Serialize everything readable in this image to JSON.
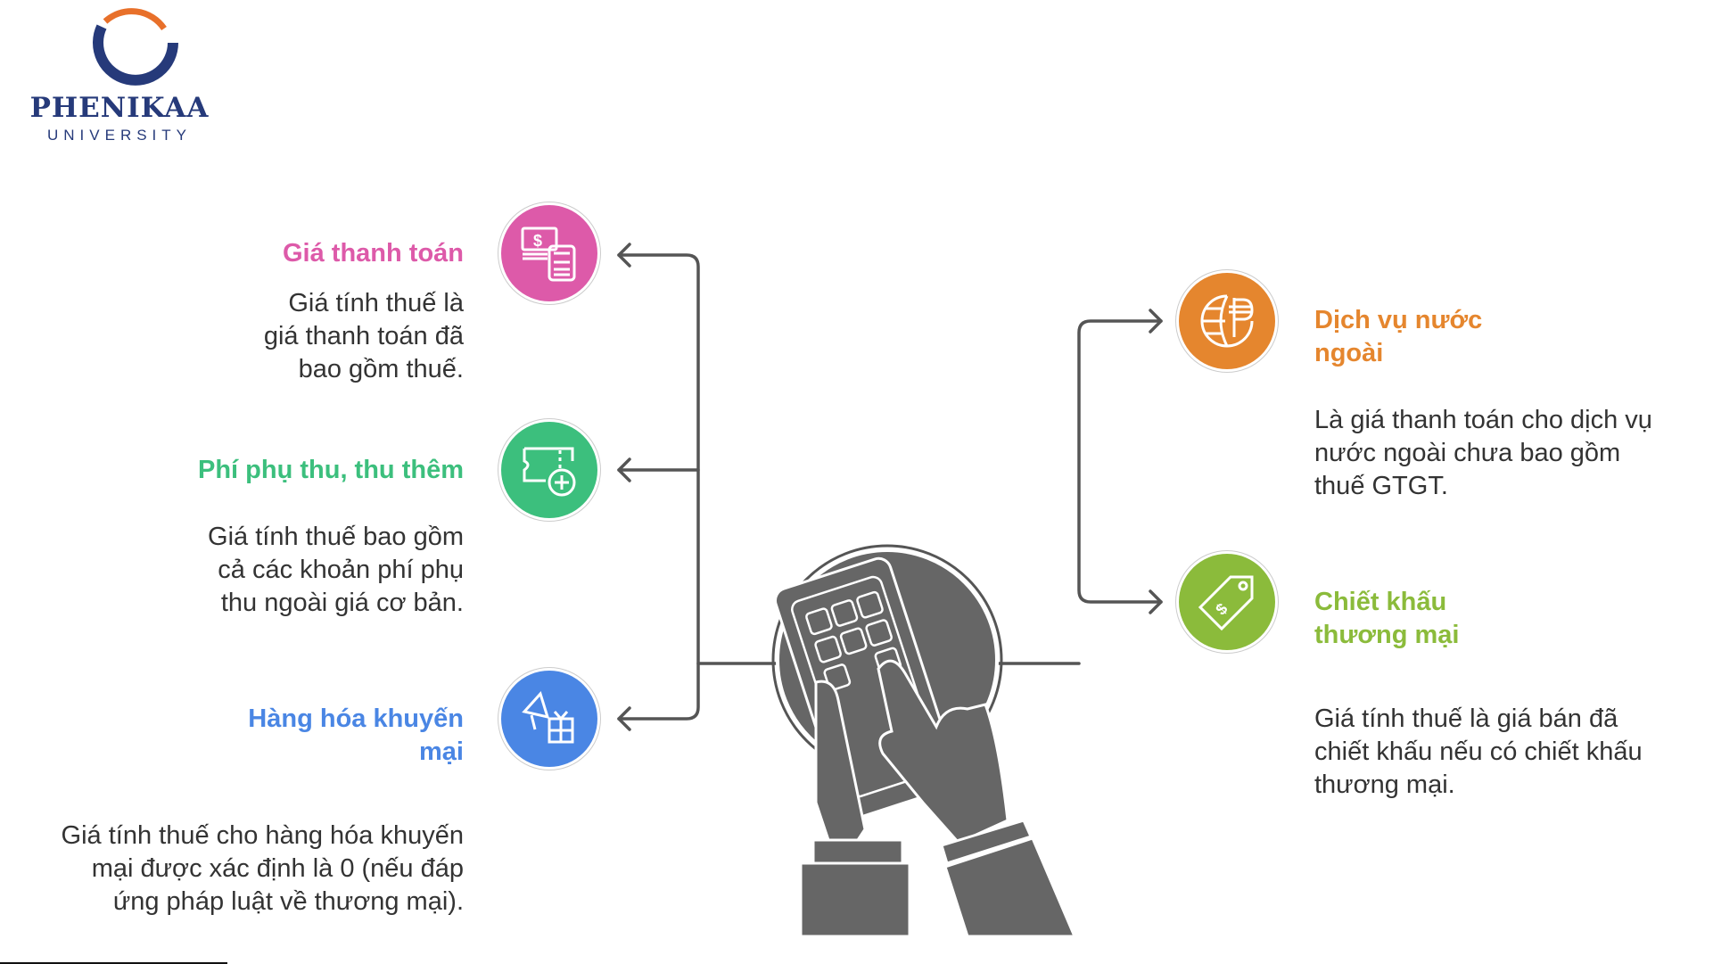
{
  "logo": {
    "name": "PHENIKAA",
    "subtitle": "UNIVERSITY"
  },
  "left_items": [
    {
      "title": "Giá thanh toán",
      "color": "#dd5aa9",
      "icon": "money-calculator-icon",
      "desc": [
        "Giá tính thuế là",
        "giá thanh toán đã",
        "bao gồm thuế."
      ]
    },
    {
      "title": "Phí phụ thu, thu thêm",
      "color": "#3cbf7d",
      "icon": "ticket-plus-icon",
      "desc": [
        "Giá tính thuế bao gồm",
        "cả các khoản phí phụ",
        "thu ngoài giá cơ bản."
      ]
    },
    {
      "title_lines": [
        "Hàng hóa khuyến",
        "mại"
      ],
      "color": "#4a86e4",
      "icon": "promo-gift-icon",
      "desc": [
        "Giá tính thuế cho hàng hóa khuyến",
        "mại được xác định là 0 (nếu đáp",
        "ứng pháp luật về thương mại)."
      ]
    }
  ],
  "right_items": [
    {
      "title_lines": [
        "Dịch vụ nước",
        "ngoài"
      ],
      "color": "#e5862e",
      "icon": "globe-currency-icon",
      "desc": [
        "Là giá thanh toán cho dịch vụ",
        "nước ngoài chưa bao gồm",
        "thuế GTGT."
      ]
    },
    {
      "title_lines": [
        "Chiết khấu",
        "thương mại"
      ],
      "color": "#8bbb3b",
      "icon": "price-tag-icon",
      "desc": [
        "Giá tính thuế là giá bán đã",
        "chiết khấu nếu có chiết khấu",
        "thương mại."
      ]
    }
  ],
  "center": {
    "icon": "calculator-hands-icon"
  }
}
